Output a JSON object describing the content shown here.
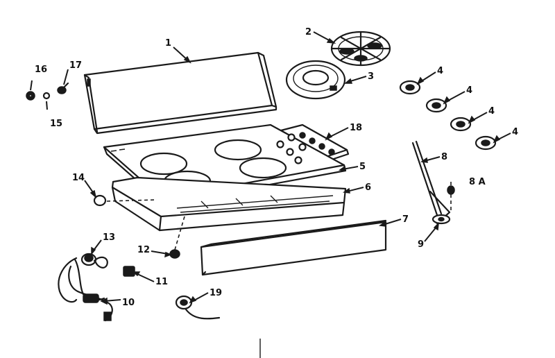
{
  "callouts": [
    {
      "id": "1",
      "text": "1"
    },
    {
      "id": "2",
      "text": "2"
    },
    {
      "id": "3",
      "text": "3"
    },
    {
      "id": "4a",
      "text": "4"
    },
    {
      "id": "4b",
      "text": "4"
    },
    {
      "id": "4c",
      "text": "4"
    },
    {
      "id": "4d",
      "text": "4"
    },
    {
      "id": "5",
      "text": "5"
    },
    {
      "id": "6",
      "text": "6"
    },
    {
      "id": "7",
      "text": "7"
    },
    {
      "id": "8",
      "text": "8"
    },
    {
      "id": "8a",
      "text": "8 A"
    },
    {
      "id": "9",
      "text": "9"
    },
    {
      "id": "10",
      "text": "10"
    },
    {
      "id": "11",
      "text": "11"
    },
    {
      "id": "12",
      "text": "12"
    },
    {
      "id": "13",
      "text": "13"
    },
    {
      "id": "14",
      "text": "14"
    },
    {
      "id": "15",
      "text": "15"
    },
    {
      "id": "16",
      "text": "16"
    },
    {
      "id": "17",
      "text": "17"
    },
    {
      "id": "18",
      "text": "18"
    },
    {
      "id": "19",
      "text": "19"
    }
  ]
}
